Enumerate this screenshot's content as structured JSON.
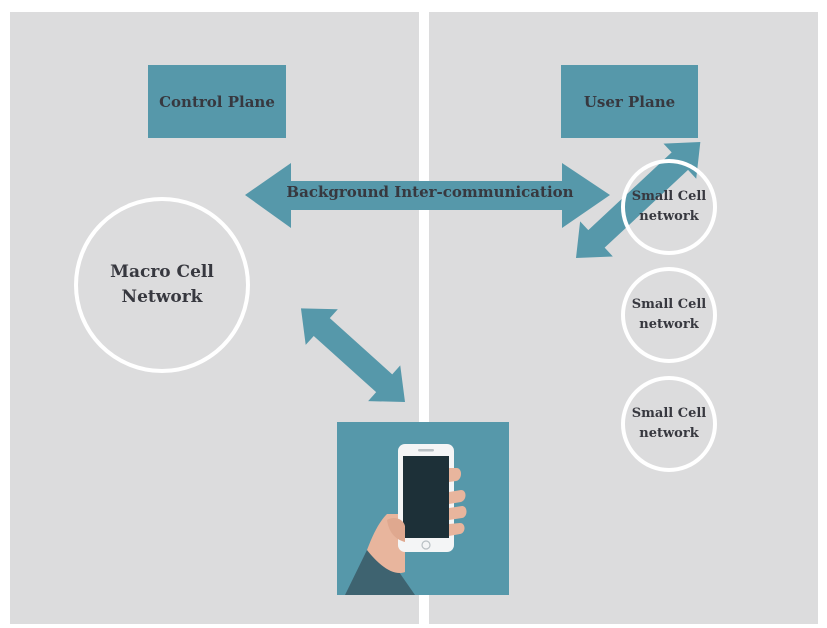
{
  "diagram": {
    "control_plane_label": "Control Plane",
    "user_plane_label": "User Plane",
    "background_label": "Background Inter-communication",
    "macro_cell": {
      "line1": "Macro Cell",
      "line2": "Network"
    },
    "small_cells": [
      {
        "line1": "Small Cell",
        "line2": "network"
      },
      {
        "line1": "Small Cell",
        "line2": "network"
      },
      {
        "line1": "Small Cell",
        "line2": "network"
      }
    ]
  },
  "colors": {
    "panel": "#dcdcdd",
    "accent": "#5698aa",
    "text": "#37383f",
    "divider": "#ffffff",
    "phone_screen": "#1d3038",
    "hand": "#e8b59d",
    "sleeve": "#3e6370"
  },
  "icons": [
    "double-arrow",
    "smartphone-in-hand"
  ]
}
